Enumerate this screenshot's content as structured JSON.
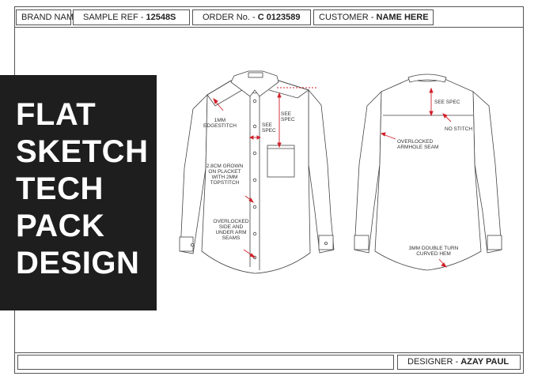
{
  "header": {
    "brand_label": "BRAND NAME",
    "sample_ref_label": "SAMPLE REF - ",
    "sample_ref_value": "12548S",
    "order_label": "ORDER No. - ",
    "order_value": "C 0123589",
    "customer_label": "CUSTOMER - ",
    "customer_value": "NAME HERE"
  },
  "title": {
    "lines": [
      "FLAT",
      "SKETCH",
      "TECH",
      "PACK",
      "DESIGN"
    ]
  },
  "annotations": {
    "edgestitch": [
      "1MM",
      "EDGESTITCH"
    ],
    "see_spec_collar": [
      "SEE",
      "SPEC"
    ],
    "see_spec_placket": [
      "SEE",
      "SPEC"
    ],
    "placket": [
      "2.8CM GROWN",
      "ON PLACKET",
      "WITH 2MM",
      "TOPSTITCH"
    ],
    "overlocked_side": [
      "OVERLOCKED",
      "SIDE AND",
      "UNDER ARM",
      "SEAMS"
    ],
    "see_spec_back": "SEE SPEC",
    "no_stitch": "NO STITCH",
    "armhole": [
      "OVERLOCKED",
      "ARMHOLE SEAM"
    ],
    "hem": [
      "3MM DOUBLE TURN",
      "CURVED HEM"
    ]
  },
  "footer": {
    "designer_label": "DESIGNER - ",
    "designer_value": "AZAY PAUL"
  },
  "colors": {
    "annotation_red": "#d0202a",
    "title_panel_bg": "#1e1e1e",
    "line": "#555555"
  }
}
